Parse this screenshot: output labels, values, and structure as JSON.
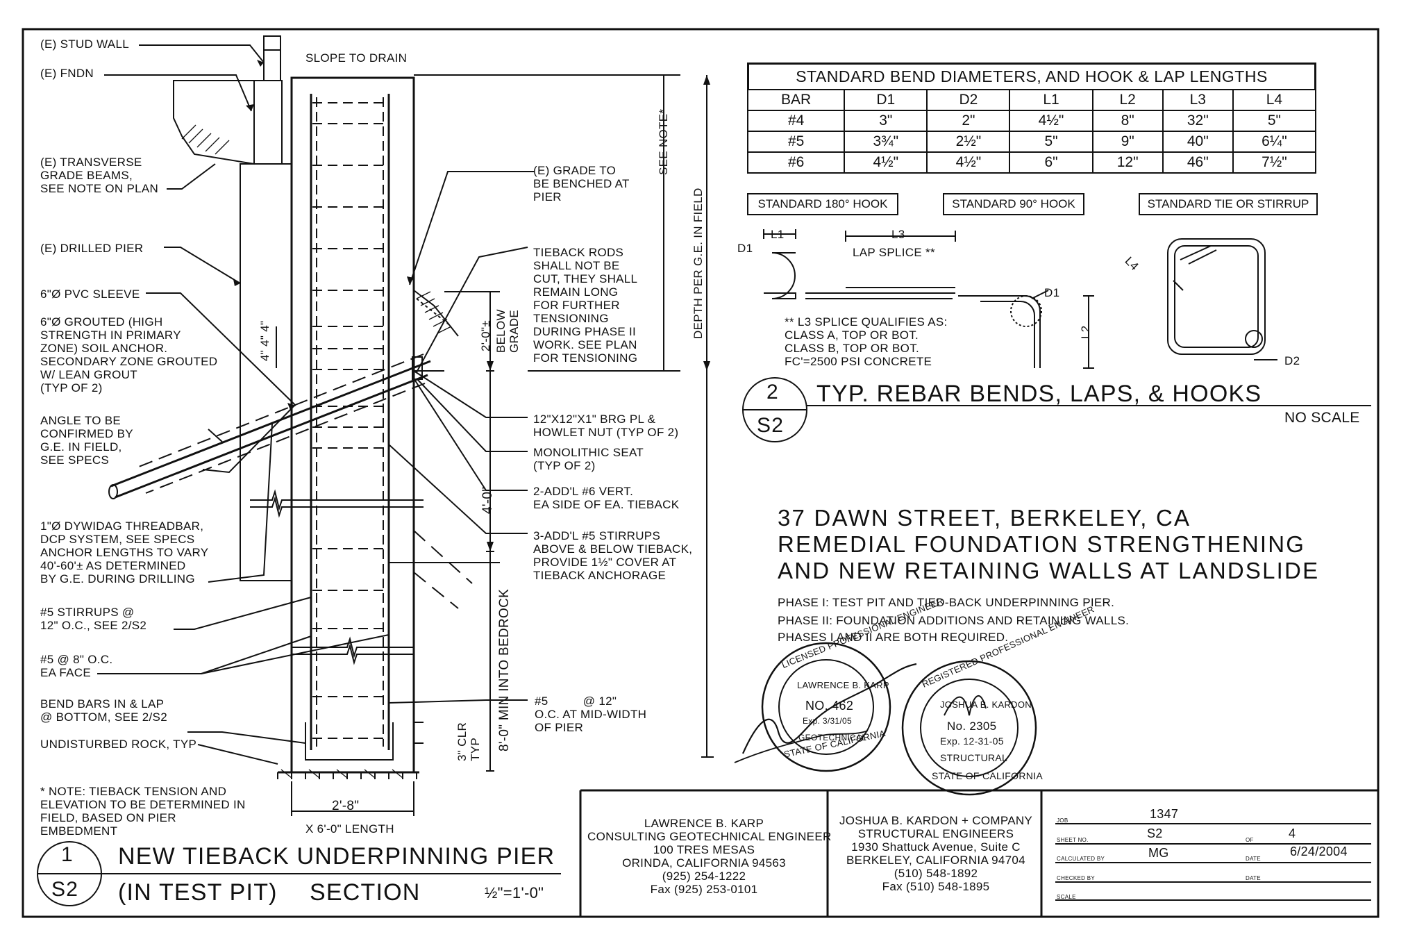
{
  "table": {
    "title": "STANDARD BEND DIAMETERS, AND HOOK & LAP LENGTHS",
    "headers": [
      "BAR",
      "D1",
      "D2",
      "L1",
      "L2",
      "L3",
      "L4"
    ],
    "rows": [
      [
        "#4",
        "3\"",
        "2\"",
        "4½\"",
        "8\"",
        "32\"",
        "5\""
      ],
      [
        "#5",
        "3¾\"",
        "2½\"",
        "5\"",
        "9\"",
        "40\"",
        "6¼\""
      ],
      [
        "#6",
        "4½\"",
        "4½\"",
        "6\"",
        "12\"",
        "46\"",
        "7½\""
      ]
    ]
  },
  "hooks": {
    "box180": "STANDARD 180° HOOK",
    "box90": "STANDARD 90° HOOK",
    "boxtie": "STANDARD TIE OR STIRRUP",
    "l1": "L1",
    "l3": "L3",
    "lap_splice": "LAP SPLICE **",
    "d1a": "D1",
    "d1b": "D1",
    "l2": "L2",
    "l4": "L4",
    "d2": "D2",
    "splice_note": "** L3 SPLICE QUALIFIES AS:\nCLASS A, TOP OR BOT.\nCLASS B, TOP OR BOT.\nfc'=2500 PSI CONCRETE"
  },
  "detail2": {
    "num": "2",
    "sheet": "S2",
    "title": "TYP. REBAR BENDS, LAPS, & HOOKS",
    "scale": "NO SCALE"
  },
  "detail1": {
    "num": "1",
    "sheet": "S2",
    "title1": "NEW TIEBACK UNDERPINNING PIER",
    "title2": "(IN TEST PIT)",
    "section": "SECTION",
    "scale": "½\"=1'-0\""
  },
  "project": {
    "line1": "37 DAWN STREET, BERKELEY, CA",
    "line2": "REMEDIAL FOUNDATION STRENGTHENING",
    "line3": "AND NEW RETAINING WALLS AT LANDSLIDE",
    "phase1": "PHASE I: TEST PIT AND TIED-BACK UNDERPINNING PIER.",
    "phase2": "PHASE II: FOUNDATION ADDITIONS AND RETAINING WALLS.",
    "phase3": "PHASES I AND II ARE BOTH REQUIRED."
  },
  "labels": {
    "stud_wall": "(E) STUD WALL",
    "fndn": "(E) FNDN",
    "slope": "SLOPE TO DRAIN",
    "grade_beams": "(E) TRANSVERSE\nGRADE BEAMS,\nSEE NOTE ON PLAN",
    "drilled_pier": "(E) DRILLED PIER",
    "pvc": "6\"ø PVC SLEEVE",
    "grouted": "6\"ø GROUTED (HIGH\nSTRENGTH IN PRIMARY\nZONE) SOIL ANCHOR.\nSECONDARY ZONE GROUTED\nW/ LEAN GROUT\n(TYP OF 2)",
    "angle": "ANGLE TO BE\nCONFIRMED BY\nG.E. IN FIELD,\nSEE SPECS",
    "dywidag": "1\"ø DYWIDAG THREADBAR,\nDCP SYSTEM, SEE SPECS\nANCHOR LENGTHS TO VARY\n40'-60'± AS DETERMINED\nBY G.E. DURING DRILLING",
    "stirrups": "#5 STIRRUPS @\n12\" O.C., SEE 2/S2",
    "vert": "#5 @ 8\" O.C.\nEA FACE",
    "bend_bars": "BEND BARS IN & LAP\n@ BOTTOM, SEE 2/S2",
    "rock": "UNDISTURBED ROCK, TYP",
    "note": "* NOTE: TIEBACK TENSION AND\nELEVATION TO BE DETERMINED IN\nFIELD, BASED ON PIER\nEMBEDMENT",
    "width": "2'-8\"",
    "length": "X 6'-0\" LENGTH",
    "grade_bench": "(E) GRADE TO\nBE BENCHED AT\nPIER",
    "see_note": "SEE NOTE*",
    "depth": "DEPTH PER G.E. IN FIELD",
    "tieback_rods": "TIEBACK RODS\nSHALL NOT BE\nCUT, THEY SHALL\nREMAIN LONG\nFOR FURTHER\nTENSIONING\nDURING PHASE II\nWORK. SEE PLAN\nFOR TENSIONING",
    "below_grade_a": "2'-0\"±",
    "below_grade_b": "BELOW\nGRADE",
    "brg_pl": "12\"x12\"x1\" BRG PL &\nHOWLET NUT (TYP OF 2)",
    "mono_seat": "MONOLITHIC SEAT\n(TYP OF 2)",
    "addl_vert": "2-ADD'L #6 VERT.\nEA SIDE OF EA. TIEBACK",
    "four_ft": "4'-0\"",
    "addl_stir": "3-ADD'L #5 STIRRUPS\nABOVE & BELOW TIEBACK,\nPROVIDE 1½\" COVER AT\nTIEBACK ANCHORAGE",
    "eight_ft": "8'-0\" MIN INTO BEDROCK",
    "tie_mid": "#5          @ 12\"\nO.C. AT MID-WIDTH\nOF PIER",
    "clr": "3\" CLR\nTYP",
    "dims4": "4\" 4\" 4\""
  },
  "stamps": {
    "geo_ring": "LICENSED PROFESSIONAL ENGINEER",
    "geo_name": "LAWRENCE B. KARP",
    "geo_no": "No. 462",
    "geo_exp": "Exp. 3/31/05",
    "geo_type": "GEOTECHNICAL",
    "geo_state": "STATE OF CALIFORNIA",
    "str_ring": "REGISTERED PROFESSIONAL ENGINEER",
    "str_name": "JOSHUA B. KARDON",
    "str_no": "No. 2305",
    "str_exp": "Exp. 12-31-05",
    "str_type": "STRUCTURAL",
    "str_state": "STATE OF CALIFORNIA"
  },
  "titleblock": {
    "geo": "LAWRENCE B. KARP\nCONSULTING GEOTECHNICAL ENGINEER\n100 TRES MESAS\nORINDA, CALIFORNIA 94563\n(925) 254-1222\nFax (925) 253-0101",
    "str": "JOSHUA B. KARDON + COMPANY\nSTRUCTURAL ENGINEERS\n1930 Shattuck Avenue, Suite C\nBERKELEY, CALIFORNIA 94704\n(510) 548-1892\nFax (510) 548-1895",
    "job_label": "JOB",
    "job": "1347",
    "sheet_label": "SHEET NO.",
    "sheet": "S2",
    "of_label": "OF",
    "of": "4",
    "calc_label": "CALCULATED BY",
    "calc": "MG",
    "date_label": "DATE",
    "date": "6/24/2004",
    "checked_label": "CHECKED BY",
    "date2_label": "DATE",
    "scale_label": "SCALE"
  }
}
